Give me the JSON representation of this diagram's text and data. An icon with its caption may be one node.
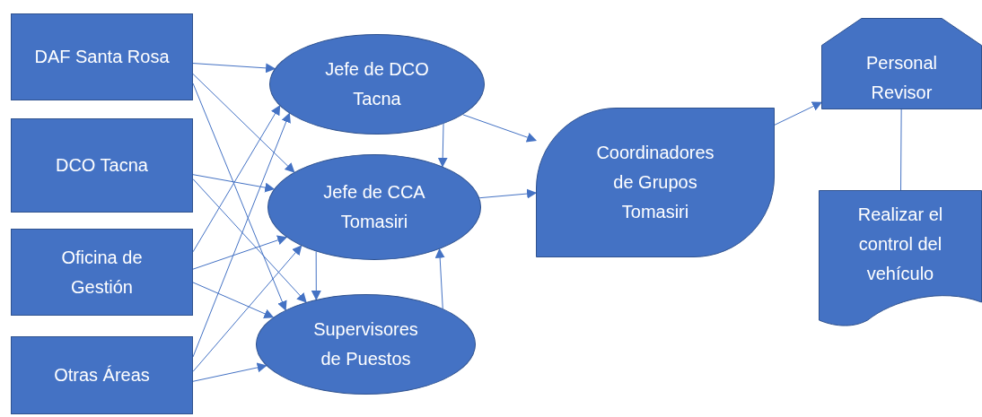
{
  "diagram": {
    "nodes": [
      {
        "text": [
          "DAF Santa Rosa"
        ]
      },
      {
        "text": [
          "DCO Tacna"
        ]
      },
      {
        "text": [
          "Oficina de Gestión"
        ]
      },
      {
        "text": [
          "Otras Áreas"
        ]
      },
      {
        "text": [
          "Jefe de DCO Tacna"
        ]
      },
      {
        "text": [
          "Jefe de CCA Tomasiri"
        ]
      },
      {
        "text": [
          "Supervisores de Puestos"
        ]
      },
      {
        "text": [
          "Coordinadores de Grupos Tomasiri"
        ]
      },
      {
        "text": [
          "Personal Revisor"
        ]
      },
      {
        "text": [
          "Realizar el control del vehículo"
        ]
      }
    ],
    "edges": [
      {
        "from": 0,
        "to": 4,
        "arrow": "to"
      },
      {
        "from": 0,
        "to": 5,
        "arrow": "to"
      },
      {
        "from": 0,
        "to": 6,
        "arrow": "to"
      },
      {
        "from": 1,
        "to": 5,
        "arrow": "to"
      },
      {
        "from": 1,
        "to": 6,
        "arrow": "to"
      },
      {
        "from": 2,
        "to": 4,
        "arrow": "to"
      },
      {
        "from": 2,
        "to": 5,
        "arrow": "to"
      },
      {
        "from": 2,
        "to": 6,
        "arrow": "to"
      },
      {
        "from": 3,
        "to": 4,
        "arrow": "to"
      },
      {
        "from": 3,
        "to": 5,
        "arrow": "to"
      },
      {
        "from": 3,
        "to": 6,
        "arrow": "to"
      },
      {
        "from": 4,
        "to": 5,
        "arrow": "to"
      },
      {
        "from": 5,
        "to": 6,
        "arrow": "to"
      },
      {
        "from": 6,
        "to": 5,
        "arrow": "to"
      },
      {
        "from": 4,
        "to": 7,
        "arrow": "to"
      },
      {
        "from": 5,
        "to": 7,
        "arrow": "to"
      },
      {
        "from": 7,
        "to": 8,
        "arrow": "to"
      },
      {
        "from": 8,
        "to": 9,
        "arrow": "none"
      }
    ]
  }
}
